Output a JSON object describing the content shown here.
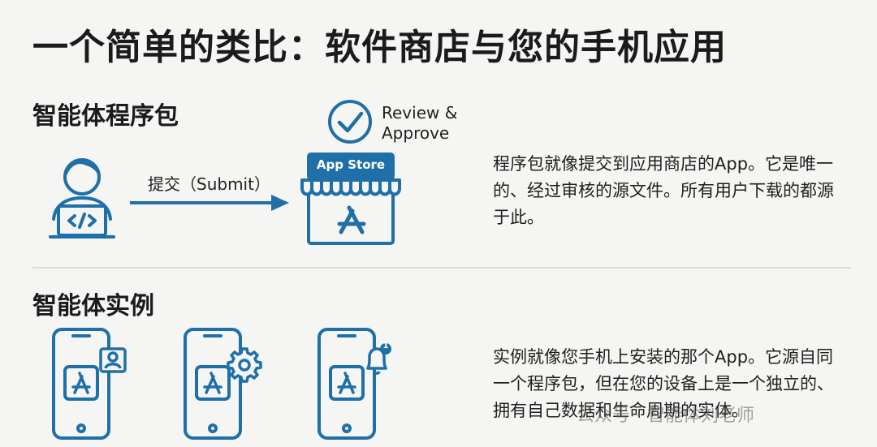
{
  "title": "一个简单的类比：软件商店与您的手机应用",
  "package_section": {
    "heading": "智能体程序包",
    "submit_label": "提交（Submit）",
    "review_label_line1": "Review &",
    "review_label_line2": "Approve",
    "store_sign": "App Store",
    "description": "程序包就像提交到应用商店的App。它是唯一的、经过审核的源文件。所有用户下载的都源于此。"
  },
  "instance_section": {
    "heading": "智能体实例",
    "phones": [
      {
        "badge_icon": "user-profile-icon"
      },
      {
        "badge_icon": "gear-icon"
      },
      {
        "badge_icon": "bell-notification-icon",
        "notification_count": "1"
      }
    ],
    "description": "实例就像您手机上安装的那个App。它源自同一个程序包，但在您的设备上是一个独立的、拥有自己数据和生命周期的实体。"
  },
  "watermark": "公众号 · 智能体刘老师",
  "colors": {
    "accent": "#1f6fa8",
    "background": "#f5f5f3"
  }
}
